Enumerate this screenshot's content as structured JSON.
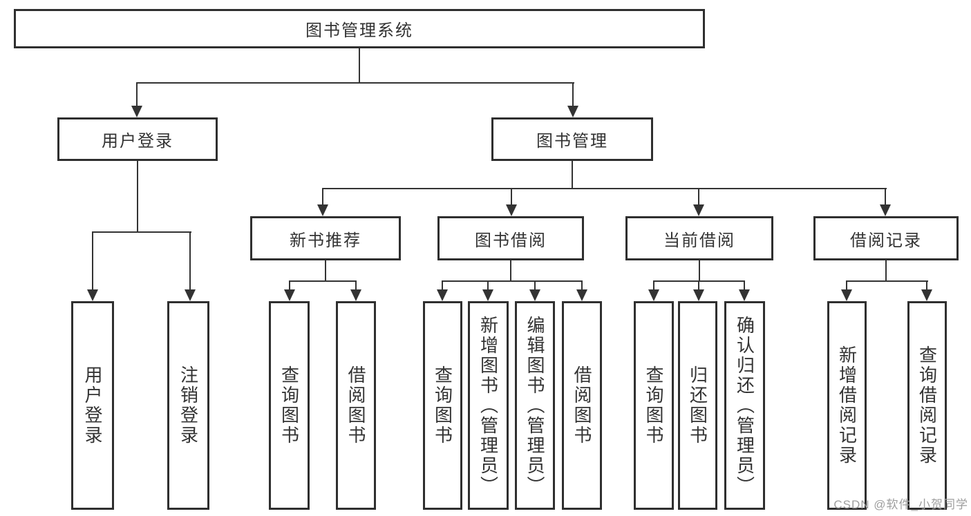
{
  "diagram": {
    "root": {
      "label": "图书管理系统"
    },
    "branches": [
      {
        "label": "用户登录",
        "leaves": [
          {
            "label": "用户登录"
          },
          {
            "label": "注销登录"
          }
        ]
      },
      {
        "label": "图书管理",
        "children": [
          {
            "label": "新书推荐",
            "leaves": [
              {
                "label": "查询图书"
              },
              {
                "label": "借阅图书"
              }
            ]
          },
          {
            "label": "图书借阅",
            "leaves": [
              {
                "label": "查询图书"
              },
              {
                "label": "新增图书（管理员）"
              },
              {
                "label": "编辑图书（管理员）"
              },
              {
                "label": "借阅图书"
              }
            ]
          },
          {
            "label": "当前借阅",
            "leaves": [
              {
                "label": "查询图书"
              },
              {
                "label": "归还图书"
              },
              {
                "label": "确认归还（管理员）"
              }
            ]
          },
          {
            "label": "借阅记录",
            "leaves": [
              {
                "label": "新增借阅记录"
              },
              {
                "label": "查询借阅记录"
              }
            ]
          }
        ]
      }
    ]
  },
  "watermark": {
    "text": "CSDN @软件_小贺同学"
  },
  "colors": {
    "box_border": "#2f2f2f",
    "connector_line": "#333333",
    "text": "#333333",
    "watermark_text": "#9e9e9e",
    "background": "#ffffff"
  }
}
